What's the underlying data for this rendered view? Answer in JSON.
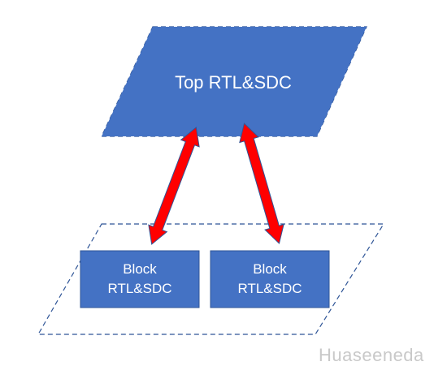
{
  "top_block": {
    "label": "Top RTL&SDC"
  },
  "blocks": [
    {
      "line1": "Block",
      "line2": "RTL&SDC"
    },
    {
      "line1": "Block",
      "line2": "RTL&SDC"
    }
  ],
  "watermark": "Huaseeneda",
  "colors": {
    "block_fill": "#4472c4",
    "block_stroke": "#2f5597",
    "arrow_fill": "#ff0000",
    "arrow_stroke": "#2f5597",
    "dashed_outline": "#2f5597"
  }
}
